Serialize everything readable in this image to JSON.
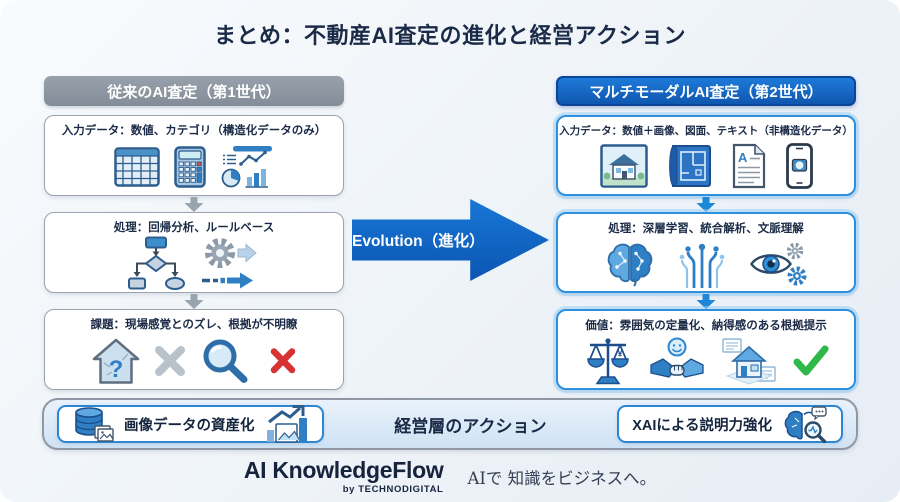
{
  "title": "まとめ：不動産AI査定の進化と経営アクション",
  "left_column": {
    "header": "従来のAI査定（第1世代）",
    "boxes": [
      {
        "label": "入力データ：数値、カテゴリ（構造化データのみ）",
        "icons": [
          "spreadsheet-icon",
          "calculator-icon",
          "charts-icon"
        ]
      },
      {
        "label": "処理：回帰分析、ルールベース",
        "icons": [
          "flowchart-icon",
          "gear-rules-icon"
        ]
      },
      {
        "label": "課題：現場感覚とのズレ、根拠が不明瞭",
        "icons": [
          "house-question-icon",
          "gray-x-icon",
          "magnifier-icon",
          "red-x-icon"
        ]
      }
    ]
  },
  "evolution_arrow": {
    "label": "Evolution（進化）"
  },
  "right_column": {
    "header": "マルチモーダルAI査定（第2世代）",
    "boxes": [
      {
        "label": "入力データ：数値＋画像、図面、テキスト（非構造化データ）",
        "icons": [
          "house-photo-icon",
          "blueprint-icon",
          "document-icon",
          "smartphone-icon"
        ]
      },
      {
        "label": "処理：深層学習、統合解析、文脈理解",
        "icons": [
          "brain-icon",
          "circuit-icon",
          "eye-gears-icon"
        ]
      },
      {
        "label": "価値：雰囲気の定量化、納得感のある根拠提示",
        "icons": [
          "scale-icon",
          "handshake-icon",
          "house-report-icon",
          "check-icon"
        ]
      }
    ]
  },
  "bottom_bar": {
    "left_action": {
      "label": "画像データの資産化",
      "icons": [
        "image-database-icon",
        "growth-chart-icon"
      ]
    },
    "center_label": "経営層のアクション",
    "right_action": {
      "label": "XAIによる説明力強化",
      "icons": [
        "xai-brain-magnifier-icon"
      ]
    }
  },
  "footer": {
    "brand": "AI KnowledgeFlow",
    "brand_sub": "by TECHNODIGITAL",
    "tagline": "AIで 知識をビジネスへ。"
  },
  "icons": {
    "question_glyph": "?",
    "letter_glyph": "A",
    "yen_glyph": "¥"
  },
  "colors": {
    "header_gray": "#8e97a3",
    "header_blue": "#0f57b0",
    "accent_blue": "#2f7fc4",
    "box_border_blue": "#2e8fdd",
    "success_green": "#2eb84a",
    "error_red": "#d63434",
    "text_navy": "#1b2b47"
  }
}
